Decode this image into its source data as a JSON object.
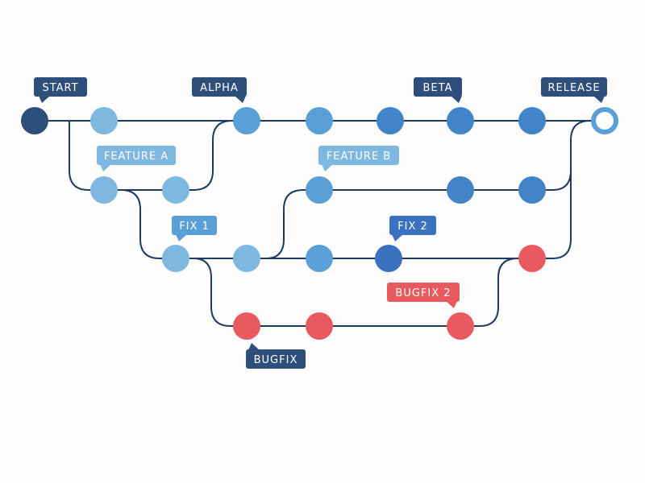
{
  "colors": {
    "background": "#fdfdfe",
    "line": "#1e3a5f",
    "dark_navy": "#2e4f7c",
    "light_blue": "#7eb8e0",
    "mid_blue": "#5aa0d6",
    "blue": "#4384c9",
    "strong_blue": "#3b72bf",
    "red": "#e85a60",
    "white": "#ffffff"
  },
  "nodes": [
    {
      "id": "start",
      "color": "dark_navy"
    },
    {
      "id": "n2",
      "color": "light_blue"
    },
    {
      "id": "alpha",
      "color": "mid_blue"
    },
    {
      "id": "n4",
      "color": "mid_blue"
    },
    {
      "id": "n5",
      "color": "blue"
    },
    {
      "id": "beta",
      "color": "blue"
    },
    {
      "id": "n7",
      "color": "blue"
    },
    {
      "id": "release",
      "color": "release"
    },
    {
      "id": "featA1",
      "color": "light_blue"
    },
    {
      "id": "featA2",
      "color": "light_blue"
    },
    {
      "id": "featB1",
      "color": "mid_blue"
    },
    {
      "id": "featB2",
      "color": "blue"
    },
    {
      "id": "featB3",
      "color": "blue"
    },
    {
      "id": "fix1",
      "color": "light_blue"
    },
    {
      "id": "fix2a",
      "color": "light_blue"
    },
    {
      "id": "fix2b",
      "color": "mid_blue"
    },
    {
      "id": "fix2",
      "color": "strong_blue"
    },
    {
      "id": "fixR",
      "color": "red"
    },
    {
      "id": "bug1",
      "color": "red"
    },
    {
      "id": "bug2",
      "color": "red"
    },
    {
      "id": "bug3",
      "color": "red"
    }
  ],
  "labels": [
    {
      "id": "start",
      "text": "START",
      "color": "dark_navy"
    },
    {
      "id": "alpha",
      "text": "ALPHA",
      "color": "dark_navy"
    },
    {
      "id": "beta",
      "text": "BETA",
      "color": "dark_navy"
    },
    {
      "id": "release",
      "text": "RELEASE",
      "color": "dark_navy"
    },
    {
      "id": "feature-a",
      "text": "FEATURE A",
      "color": "light_blue"
    },
    {
      "id": "feature-b",
      "text": "FEATURE B",
      "color": "light_blue"
    },
    {
      "id": "fix-1",
      "text": "FIX 1",
      "color": "mid_blue"
    },
    {
      "id": "fix-2",
      "text": "FIX 2",
      "color": "strong_blue"
    },
    {
      "id": "bugfix-2",
      "text": "BUGFIX 2",
      "color": "red"
    },
    {
      "id": "bugfix",
      "text": "BUGFIX",
      "color": "dark_navy"
    }
  ]
}
